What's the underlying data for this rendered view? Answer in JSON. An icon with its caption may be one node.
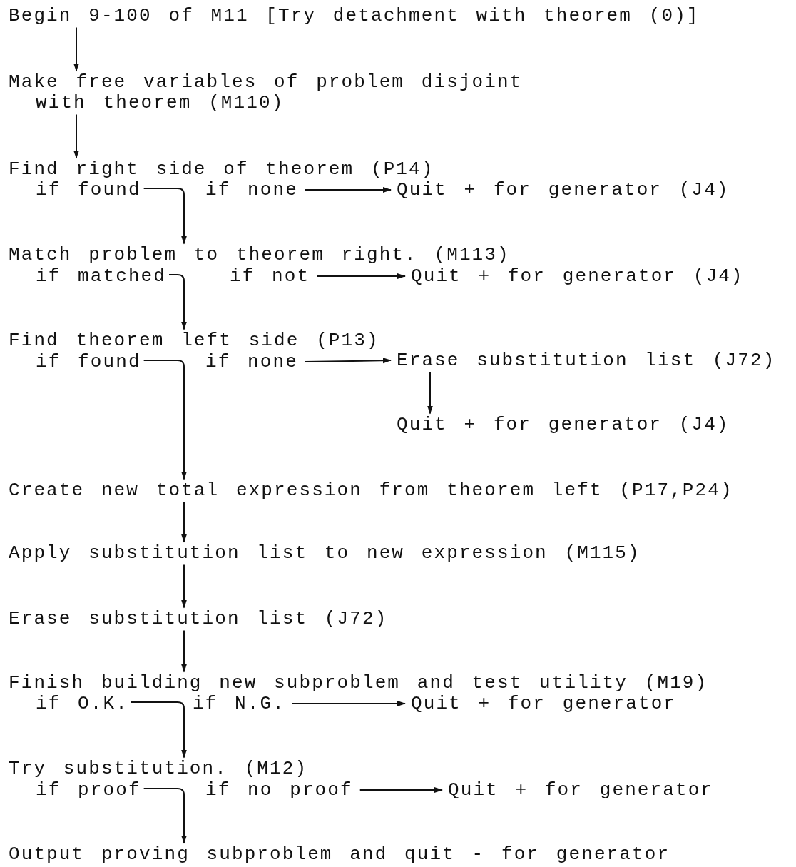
{
  "diagram": {
    "nodes": [
      {
        "text": [
          "Begin 9-100 of M11 [Try detachment with theorem (0)]"
        ]
      },
      {
        "text": [
          "Make free variables of problem disjoint with theorem (M110)"
        ]
      },
      {
        "text": [
          "Find right side of theorem (P14)"
        ]
      },
      {
        "text": [
          "if found"
        ]
      },
      {
        "text": [
          "if none"
        ]
      },
      {
        "text": [
          "Quit + for generator (J4)"
        ]
      },
      {
        "text": [
          "Match problem to theorem right. (M113)"
        ]
      },
      {
        "text": [
          "if matched"
        ]
      },
      {
        "text": [
          "if not"
        ]
      },
      {
        "text": [
          "Quit + for generator (J4)"
        ]
      },
      {
        "text": [
          "Find theorem left side (P13)"
        ]
      },
      {
        "text": [
          "if found"
        ]
      },
      {
        "text": [
          "if none"
        ]
      },
      {
        "text": [
          "Erase substitution list (J72)"
        ]
      },
      {
        "text": [
          "Quit + for generator (J4)"
        ]
      },
      {
        "text": [
          "Create new total expression from theorem left (P17,P24)"
        ]
      },
      {
        "text": [
          "Apply substitution list to new expression (M115)"
        ]
      },
      {
        "text": [
          "Erase substitution list (J72)"
        ]
      },
      {
        "text": [
          "Finish building new subproblem and test utility (M19)"
        ]
      },
      {
        "text": [
          "if O.K."
        ]
      },
      {
        "text": [
          "if N.G."
        ]
      },
      {
        "text": [
          "Quit + for generator"
        ]
      },
      {
        "text": [
          "Try substitution. (M12)"
        ]
      },
      {
        "text": [
          "if proof"
        ]
      },
      {
        "text": [
          "if no proof"
        ]
      },
      {
        "text": [
          "Quit + for generator"
        ]
      },
      {
        "text": [
          "Output proving subproblem and quit - for generator"
        ]
      }
    ],
    "edges": [
      {
        "from": 0,
        "to": 1,
        "arrow": "to"
      },
      {
        "from": 1,
        "to": 2,
        "arrow": "to"
      },
      {
        "from": 3,
        "to": 6,
        "arrow": "to"
      },
      {
        "from": 4,
        "to": 5,
        "arrow": "to"
      },
      {
        "from": 7,
        "to": 10,
        "arrow": "to"
      },
      {
        "from": 8,
        "to": 9,
        "arrow": "to"
      },
      {
        "from": 11,
        "to": 15,
        "arrow": "to"
      },
      {
        "from": 12,
        "to": 13,
        "arrow": "to"
      },
      {
        "from": 13,
        "to": 14,
        "arrow": "to"
      },
      {
        "from": 15,
        "to": 16,
        "arrow": "to"
      },
      {
        "from": 16,
        "to": 17,
        "arrow": "to"
      },
      {
        "from": 17,
        "to": 18,
        "arrow": "to"
      },
      {
        "from": 19,
        "to": 22,
        "arrow": "to"
      },
      {
        "from": 20,
        "to": 21,
        "arrow": "to"
      },
      {
        "from": 23,
        "to": 26,
        "arrow": "to"
      },
      {
        "from": 24,
        "to": 25,
        "arrow": "to"
      }
    ]
  }
}
